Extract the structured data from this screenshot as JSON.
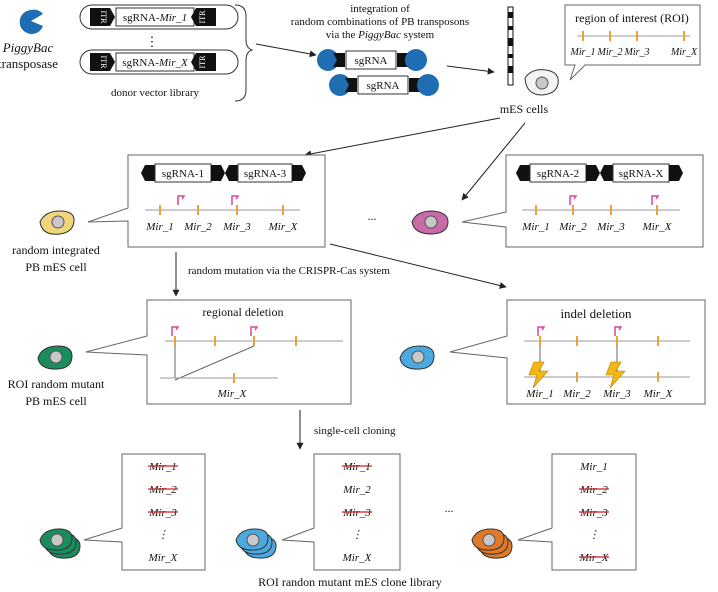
{
  "source": {
    "transposase_name": "PiggyBac",
    "transposase_word": "transposase",
    "donor_label": "donor vector library",
    "vector_1": {
      "itr": "ITR",
      "sg": "sgRNA-",
      "mir": "Mir_1"
    },
    "vector_x": {
      "itr": "ITR",
      "sg": "sgRNA-",
      "mir": "Mir_X"
    },
    "ellipsis": "⋮"
  },
  "integration": {
    "line1": "integration of",
    "line2": "random combinations of PB transposons",
    "line3_pre": "via the ",
    "line3_it": "PiggyBac",
    "line3_post": " system",
    "sg_top": "sgRNA",
    "sg_bottom": "sgRNA"
  },
  "mes": {
    "label": "mES cells",
    "roi_title": "region of interest (ROI)",
    "mirs": [
      "Mir_1",
      "Mir_2",
      "Mir_3",
      "Mir_X"
    ]
  },
  "pb_cells": {
    "left_label_1": "random integrated",
    "left_label_2": "PB mES cell",
    "left_sg": [
      "sgRNA-1",
      "sgRNA-3"
    ],
    "right_sg": [
      "sgRNA-2",
      "sgRNA-X"
    ],
    "mirs": [
      "Mir_1",
      "Mir_2",
      "Mir_3",
      "Mir_X"
    ],
    "dots": "..."
  },
  "mutation": {
    "label": "random mutation via the CRISPR-Cas system",
    "regional_title": "regional deletion",
    "regional_mir": "Mir_X",
    "indel_title": "indel deletion",
    "indel_mirs": [
      "Mir_1",
      "Mir_2",
      "Mir_3",
      "Mir_X"
    ],
    "mutant_label_1": "ROI random mutant",
    "mutant_label_2": "PB mES cell"
  },
  "cloning": {
    "label": "single-cell cloning",
    "dots": "...",
    "clone1": [
      {
        "t": "Mir_1",
        "del": true
      },
      {
        "t": "Mir_2",
        "del": true
      },
      {
        "t": "Mir_3",
        "del": true
      },
      {
        "t": "⋮",
        "del": false
      },
      {
        "t": "Mir_X",
        "del": false
      }
    ],
    "clone2": [
      {
        "t": "Mir_1",
        "del": true
      },
      {
        "t": "Mir_2",
        "del": false
      },
      {
        "t": "Mir_3",
        "del": true
      },
      {
        "t": "⋮",
        "del": false
      },
      {
        "t": "Mir_X",
        "del": false
      }
    ],
    "clone3": [
      {
        "t": "Mir_1",
        "del": false
      },
      {
        "t": "Mir_2",
        "del": true
      },
      {
        "t": "Mir_3",
        "del": true
      },
      {
        "t": "⋮",
        "del": false
      },
      {
        "t": "Mir_X",
        "del": true
      }
    ],
    "library_label": "ROI randon mutant mES clone library"
  },
  "colors": {
    "transposase": "#1f6db3",
    "orange_mark": "#e8a33a",
    "pink_mark": "#d9479a",
    "yellow_cell": "#f2d57a",
    "purple_cell": "#c76aa5",
    "green_cell": "#1b8c5e",
    "blue_cell": "#4aa9e0",
    "orange_cell": "#e07a28",
    "gray_cell": "#f2f2f2",
    "strike_red": "#cc2222",
    "bolt": "#f3b716"
  }
}
